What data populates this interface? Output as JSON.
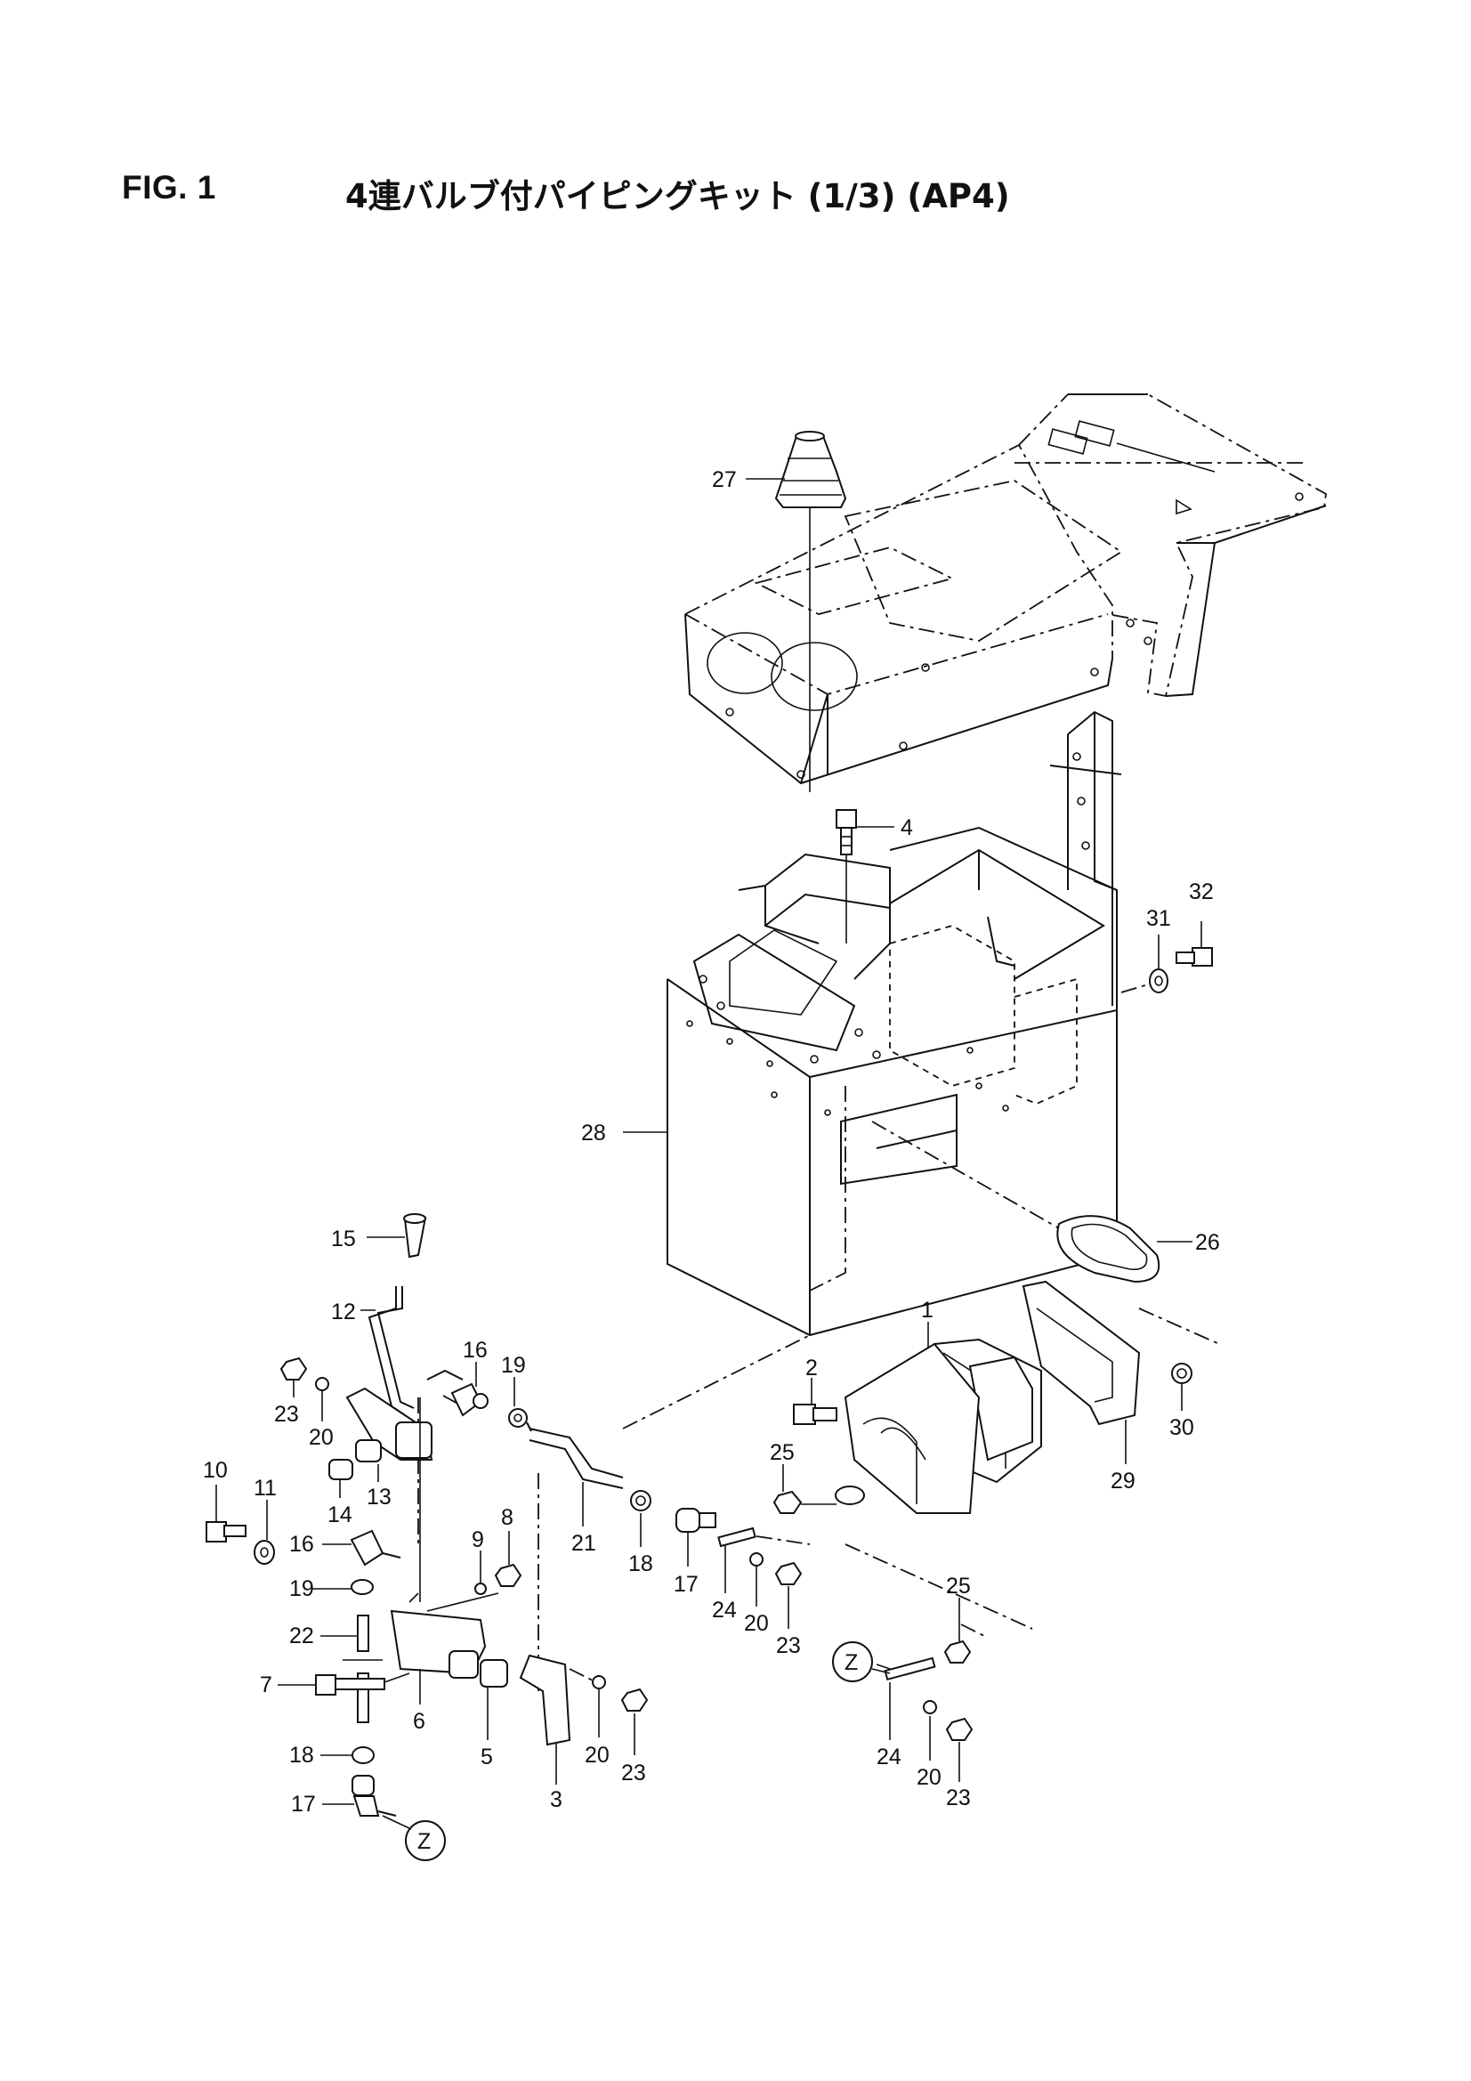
{
  "figure": {
    "label": "FIG. 1",
    "title": "4連バルブ付パイピングキット (1/3) (AP4)"
  },
  "callouts": [
    "1",
    "2",
    "3",
    "4",
    "5",
    "6",
    "7",
    "8",
    "9",
    "10",
    "11",
    "12",
    "13",
    "14",
    "15",
    "16",
    "16",
    "17",
    "17",
    "18",
    "18",
    "19",
    "19",
    "20",
    "20",
    "20",
    "20",
    "21",
    "22",
    "23",
    "23",
    "23",
    "23",
    "24",
    "24",
    "25",
    "25",
    "26",
    "27",
    "28",
    "29",
    "30",
    "31",
    "32"
  ],
  "view_markers": [
    "Z",
    "Z"
  ]
}
